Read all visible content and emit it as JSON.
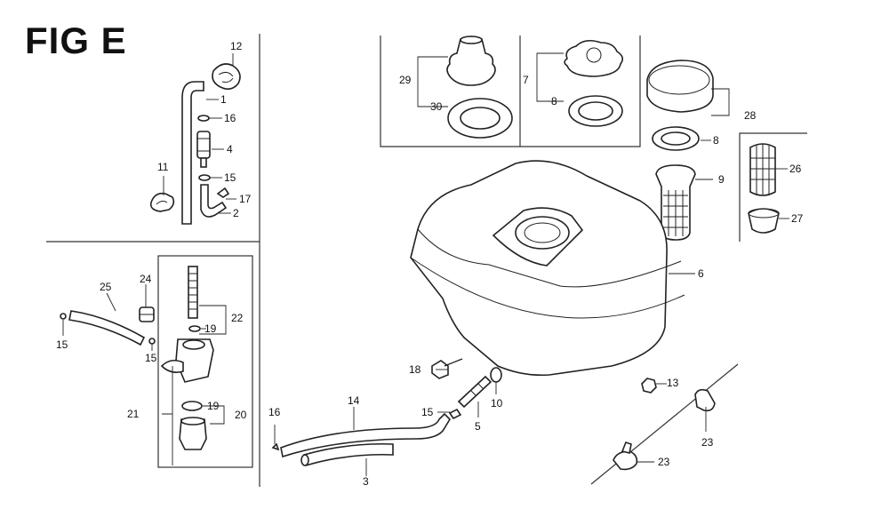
{
  "title": "FIG E",
  "labels": {
    "l1": "1",
    "l2": "2",
    "l3": "3",
    "l4": "4",
    "l5": "5",
    "l6": "6",
    "l7": "7",
    "l8a": "8",
    "l8b": "8",
    "l9": "9",
    "l10": "10",
    "l11": "11",
    "l12": "12",
    "l13": "13",
    "l14": "14",
    "l15a": "15",
    "l15b": "15",
    "l15c": "15",
    "l15d": "15",
    "l16a": "16",
    "l16b": "16",
    "l17": "17",
    "l18": "18",
    "l19a": "19",
    "l19b": "19",
    "l20": "20",
    "l21": "21",
    "l22": "22",
    "l23a": "23",
    "l23b": "23",
    "l24": "24",
    "l25": "25",
    "l26": "26",
    "l27": "27",
    "l28": "28",
    "l29": "29",
    "l30": "30"
  }
}
